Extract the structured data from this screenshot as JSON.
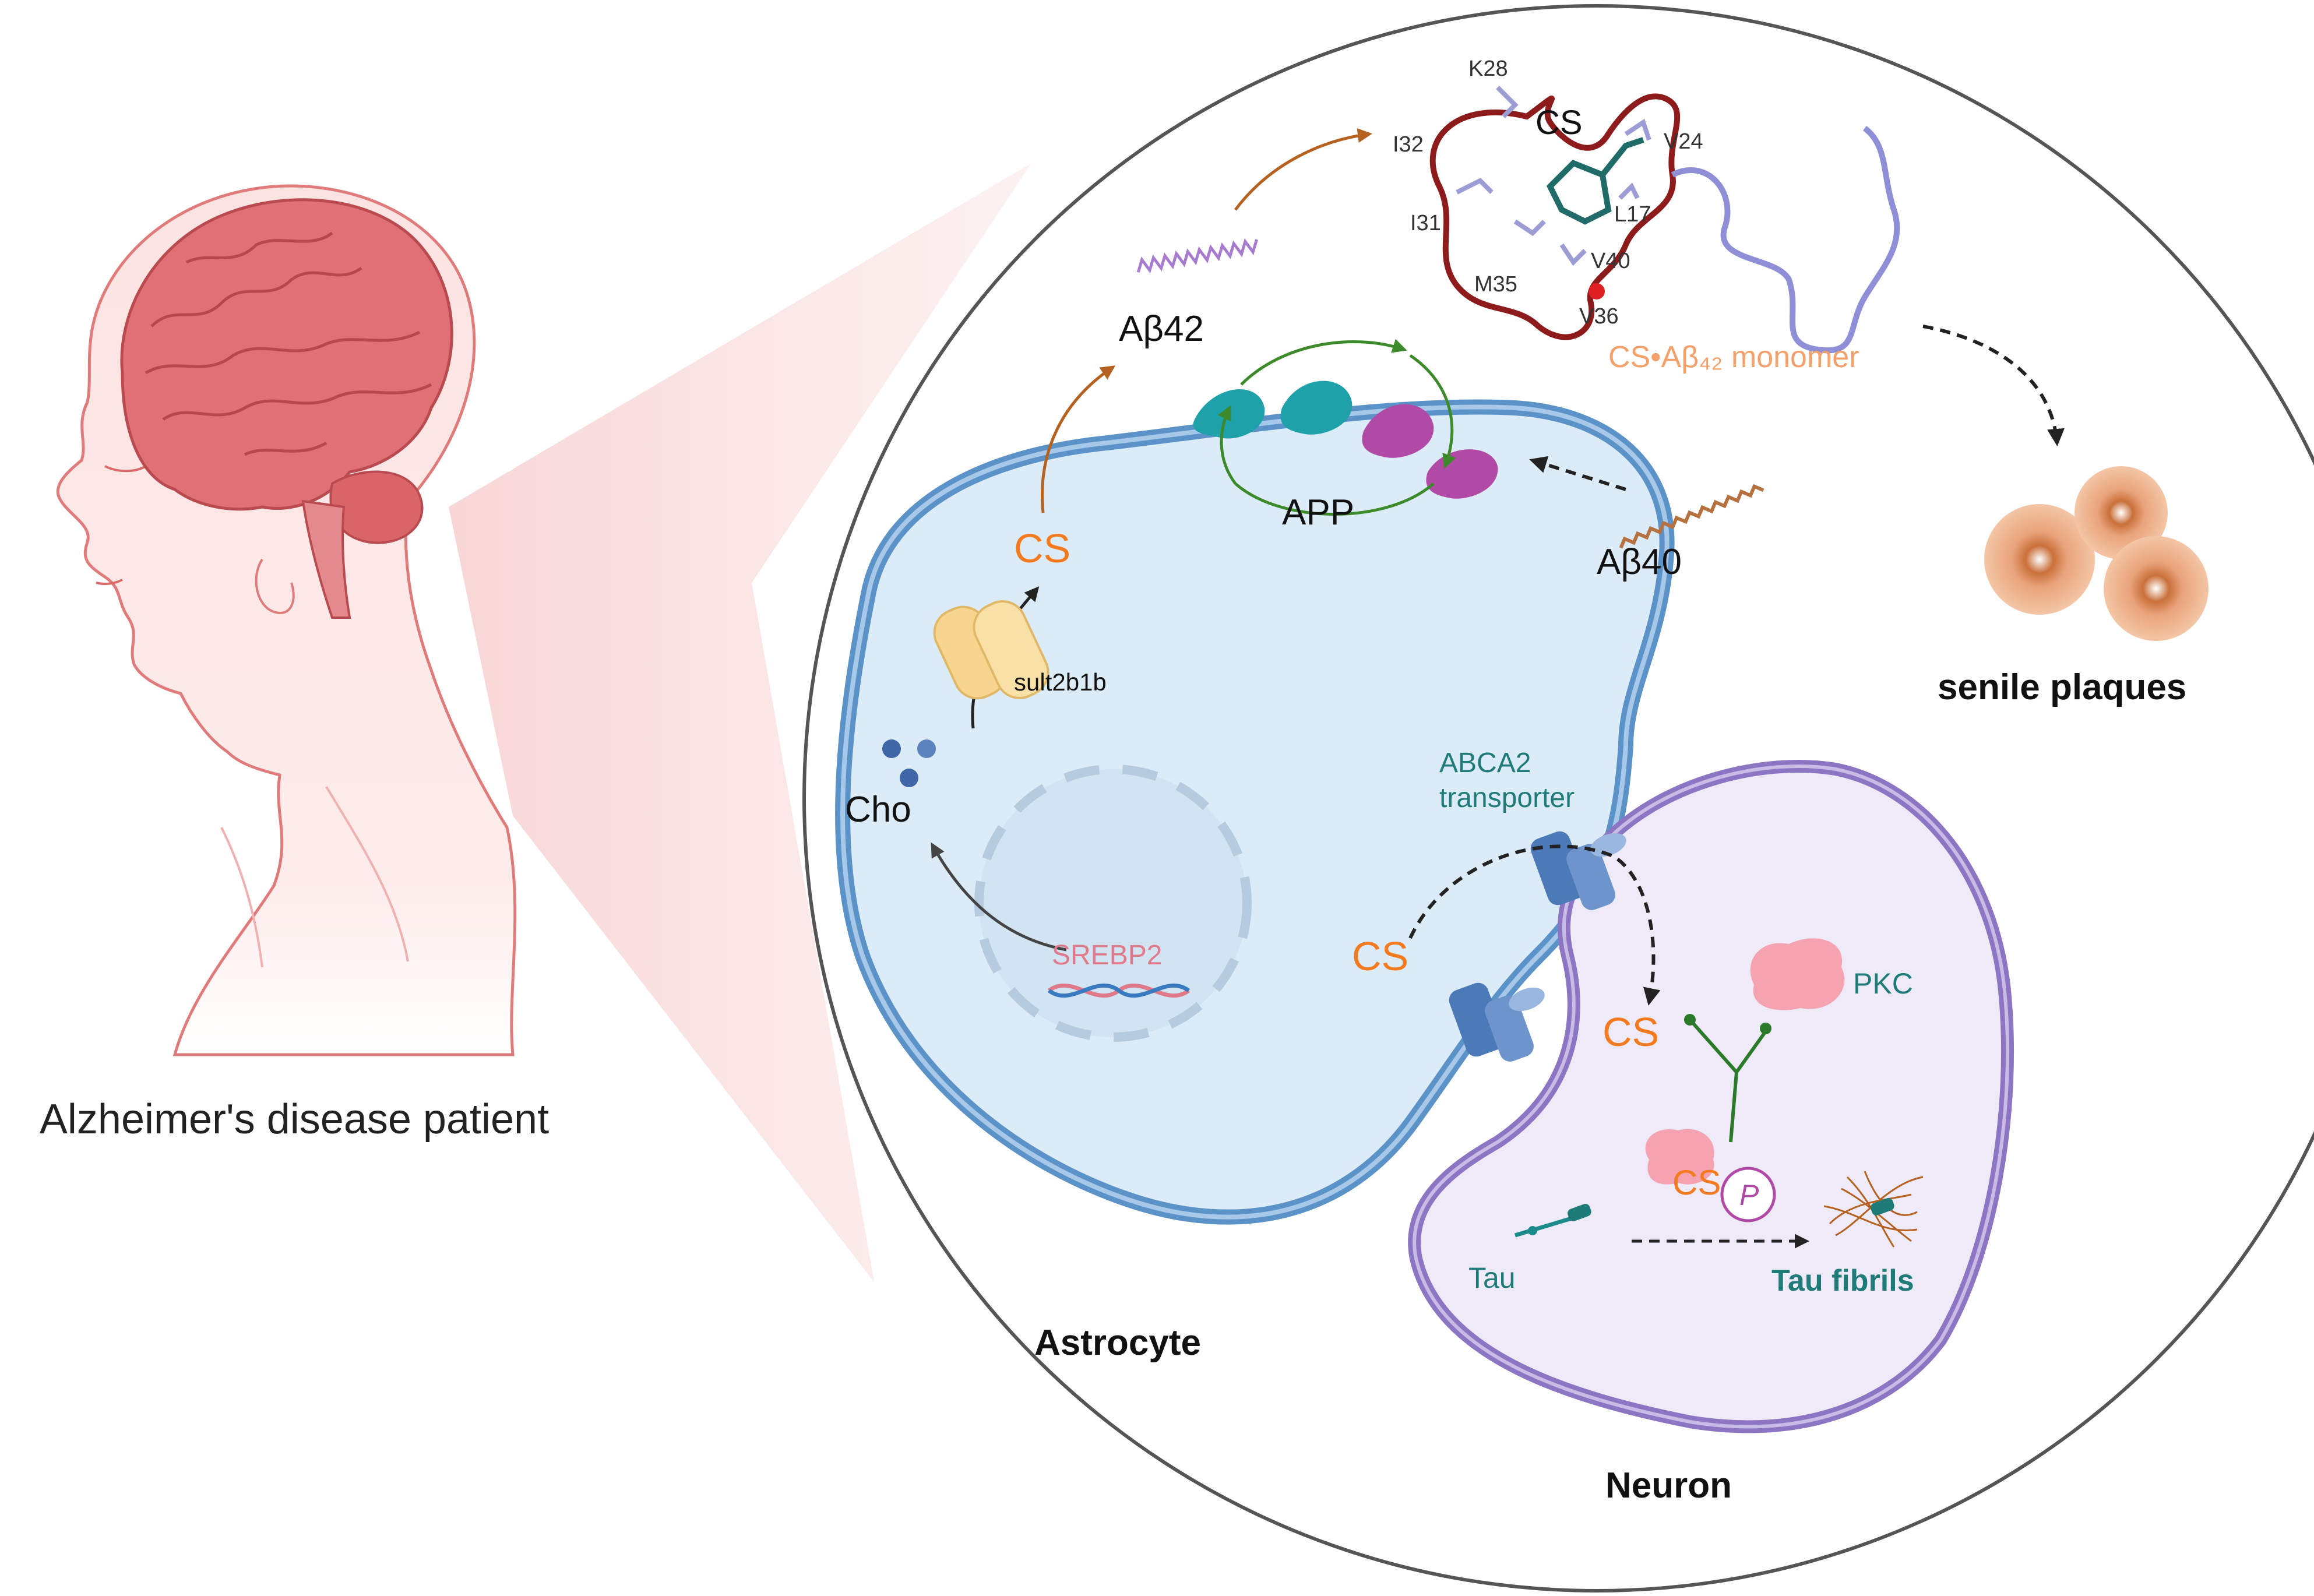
{
  "labels": {
    "patient": "Alzheimer's disease patient",
    "astrocyte": "Astrocyte",
    "neuron": "Neuron",
    "senile_plaques": "senile plaques",
    "ab42": "Aβ42",
    "ab40": "Aβ40",
    "app": "APP",
    "cs_astro": "CS",
    "sult": "sult2b1b",
    "cho": "Cho",
    "srebp2": "SREBP2",
    "abca2_line1": "ABCA2",
    "abca2_line2": "transporter",
    "cs_mid": "CS",
    "cs_neuron": "CS",
    "pkc": "PKC",
    "cs_p": "CS",
    "p_symbol": "P",
    "tau": "Tau",
    "tau_fibrils": "Tau fibrils",
    "monomer": "CS•Aβ₄₂ monomer",
    "structure": {
      "cs": "CS",
      "k28": "K28",
      "i32": "I32",
      "v24": "V24",
      "l17": "L17",
      "i31": "I31",
      "v40": "V40",
      "m35": "M35",
      "v36": "V36"
    }
  },
  "colors": {
    "cs_orange": "#f47a20",
    "teal_text": "#1e7b78",
    "membrane_blue": "#5b93c9",
    "cytoplasm_blue": "#dcebf8",
    "neuron_purple": "#8c76c4",
    "neuron_fill": "#efeaf8",
    "brain_red": "#d9676a",
    "plaque_brown": "#c9703a",
    "peptide_red": "#8e1b1b",
    "peptide_lavender": "#8f8fd8",
    "arrow_green": "#3d8a2a",
    "srebp_pink": "#e07a8a"
  }
}
